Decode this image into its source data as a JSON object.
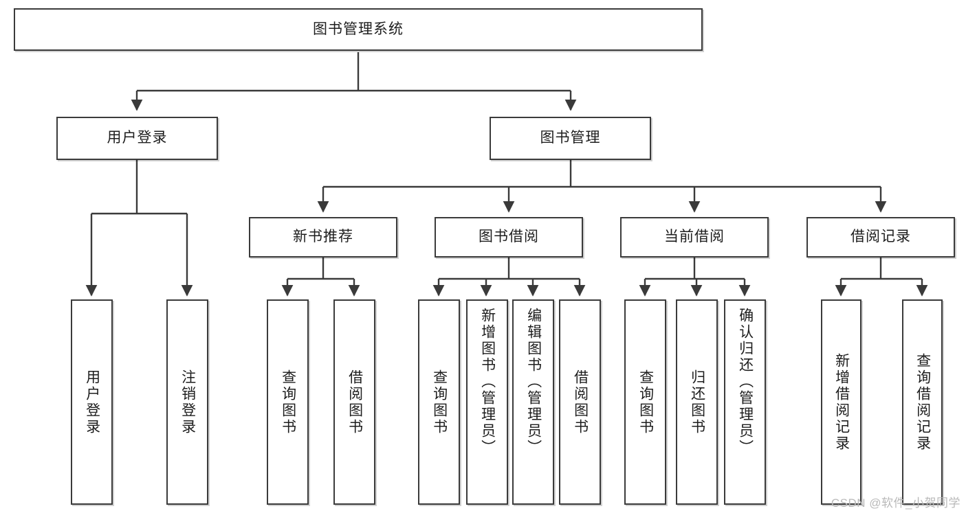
{
  "diagram": {
    "type": "tree-hierarchy",
    "title": "图书管理系统",
    "watermark": "CSDN @软件_小贺同学",
    "colors": {
      "box_border": "#3a3a3a",
      "box_fill": "#ffffff",
      "connector": "#3a3a3a",
      "text": "#1d1d1d",
      "watermark": "#b9b9b9",
      "background": "#ffffff"
    },
    "levels": [
      {
        "level": 0,
        "nodes": [
          {
            "id": "root",
            "label": "图书管理系统",
            "orientation": "horizontal"
          }
        ]
      },
      {
        "level": 1,
        "nodes": [
          {
            "id": "user-login",
            "label": "用户登录",
            "orientation": "horizontal",
            "parent": "root"
          },
          {
            "id": "book-manage",
            "label": "图书管理",
            "orientation": "horizontal",
            "parent": "root"
          }
        ]
      },
      {
        "level": 2,
        "nodes": [
          {
            "id": "new-book-rec",
            "label": "新书推荐",
            "orientation": "horizontal",
            "parent": "book-manage"
          },
          {
            "id": "book-borrow",
            "label": "图书借阅",
            "orientation": "horizontal",
            "parent": "book-manage"
          },
          {
            "id": "current-borrow",
            "label": "当前借阅",
            "orientation": "horizontal",
            "parent": "book-manage"
          },
          {
            "id": "borrow-record",
            "label": "借阅记录",
            "orientation": "horizontal",
            "parent": "book-manage"
          }
        ]
      },
      {
        "level": 3,
        "nodes": [
          {
            "id": "leaf-user-login",
            "label": "用户登录",
            "orientation": "vertical",
            "parent": "user-login"
          },
          {
            "id": "leaf-logout",
            "label": "注销登录",
            "orientation": "vertical",
            "parent": "user-login"
          },
          {
            "id": "leaf-query-book-1",
            "label": "查询图书",
            "orientation": "vertical",
            "parent": "new-book-rec"
          },
          {
            "id": "leaf-borrow-book-1",
            "label": "借阅图书",
            "orientation": "vertical",
            "parent": "new-book-rec"
          },
          {
            "id": "leaf-query-book-2",
            "label": "查询图书",
            "orientation": "vertical",
            "parent": "book-borrow"
          },
          {
            "id": "leaf-add-book",
            "label": "新增图书（管理员）",
            "orientation": "vertical",
            "parent": "book-borrow"
          },
          {
            "id": "leaf-edit-book",
            "label": "编辑图书（管理员）",
            "orientation": "vertical",
            "parent": "book-borrow"
          },
          {
            "id": "leaf-borrow-book-2",
            "label": "借阅图书",
            "orientation": "vertical",
            "parent": "book-borrow"
          },
          {
            "id": "leaf-query-book-3",
            "label": "查询图书",
            "orientation": "vertical",
            "parent": "current-borrow"
          },
          {
            "id": "leaf-return-book",
            "label": "归还图书",
            "orientation": "vertical",
            "parent": "current-borrow"
          },
          {
            "id": "leaf-confirm-return",
            "label": "确认归还（管理员）",
            "orientation": "vertical",
            "parent": "current-borrow"
          },
          {
            "id": "leaf-add-record",
            "label": "新增借阅记录",
            "orientation": "vertical",
            "parent": "borrow-record"
          },
          {
            "id": "leaf-query-record",
            "label": "查询借阅记录",
            "orientation": "vertical",
            "parent": "borrow-record"
          }
        ]
      }
    ]
  }
}
